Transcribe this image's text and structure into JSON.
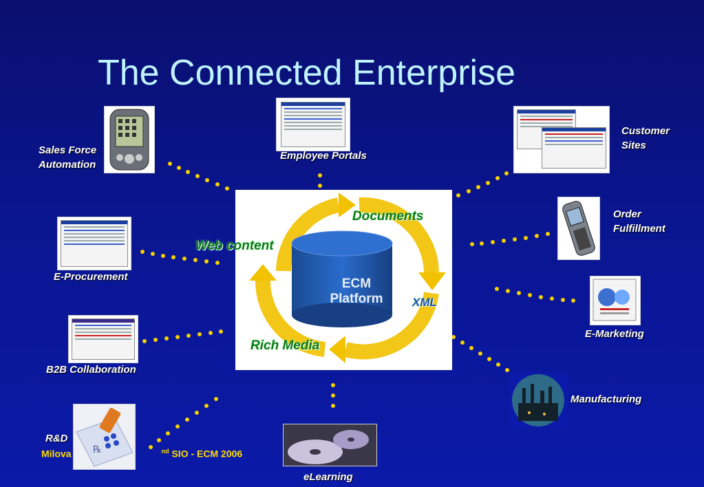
{
  "title": "The Connected Enterprise",
  "center": {
    "cylinder_line1": "ECM",
    "cylinder_line2": "Platform",
    "labels": {
      "documents": "Documents",
      "web_content": "Web content",
      "xml": "XML",
      "rich_media": "Rich Media"
    }
  },
  "nodes": {
    "sales_force_line1": "Sales Force",
    "sales_force_line2": "Automation",
    "employee_portals": "Employee Portals",
    "customer_sites_line1": "Customer",
    "customer_sites_line2": "Sites",
    "order_fulfillment_line1": "Order",
    "order_fulfillment_line2": "Fulfillment",
    "e_procurement": "E-Procurement",
    "e_marketing": "E-Marketing",
    "b2b_collaboration": "B2B Collaboration",
    "manufacturing": "Manufacturing",
    "r_and_d": "R&D",
    "elearning": "eLearning"
  },
  "footer": {
    "prefix": "Milova",
    "sup": "nd",
    "suffix": "SIO - ECM 2006"
  },
  "colors": {
    "title": "#bff4ff",
    "dots": "#f5d100",
    "arrows": "#f2c200",
    "cylinder": "#1f57a8",
    "center_label": "#0b7a1a",
    "footer": "#ffdd00"
  }
}
